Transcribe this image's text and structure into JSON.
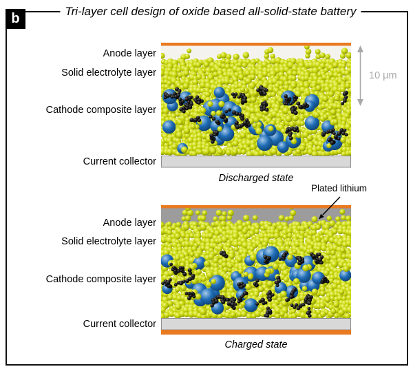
{
  "figure": {
    "panel_letter": "b",
    "title": "Tri-layer cell design of oxide based all-solid-state battery"
  },
  "annotations": {
    "scale_label": "10 μm",
    "plated_lithium_label": "Plated lithium"
  },
  "panels": [
    {
      "state_id": "discharged",
      "caption": "Discharged state",
      "labels": {
        "anode": "Anode layer",
        "electrolyte": "Solid electrolyte layer",
        "cathode": "Cathode composite layer",
        "collector": "Current collector"
      }
    },
    {
      "state_id": "charged",
      "caption": "Charged state",
      "labels": {
        "anode": "Anode layer",
        "electrolyte": "Solid electrolyte layer",
        "cathode": "Cathode composite layer",
        "collector": "Current collector"
      }
    }
  ],
  "colors": {
    "electrolyte_particle": "#c6d405",
    "cathode_particle": "#1e6cb5",
    "additive_particle": "#161616",
    "collector_orange": "#e87a22",
    "collector_plate_gray": "#d8d8d8",
    "plated_lithium_gray": "#9c9c9c",
    "anode_gap_background": "#f4f3ee",
    "scale_annotation_gray": "#a8a8a8",
    "annotation_ink": "#000000"
  }
}
